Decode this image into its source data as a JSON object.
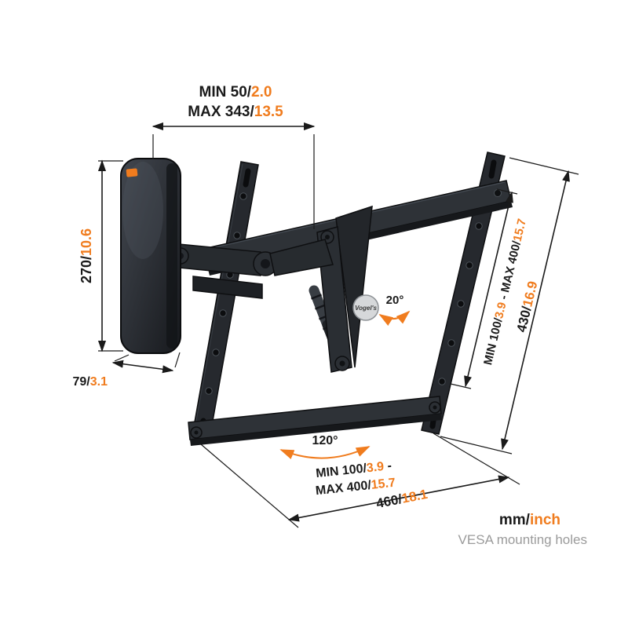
{
  "title": "TV wall mount dimension diagram",
  "colors": {
    "ink": "#1A1A1A",
    "accent": "#F07C1E",
    "mount_dark": "#26292E",
    "muted": "#9B9B9B"
  },
  "dims": {
    "extension": {
      "min_mm": "MIN 50/",
      "min_inch": "2.0",
      "max_mm": "MAX 343/",
      "max_inch": "13.5"
    },
    "plate_height": {
      "mm": "270/",
      "inch": "10.6"
    },
    "plate_width": {
      "mm": "79/",
      "inch": "3.1"
    },
    "tilt": {
      "angle": "20°"
    },
    "swivel": {
      "angle": "120°"
    },
    "vesa_vertical": {
      "p1": "MIN 100/",
      "p2": "3.9",
      "p3": " - MAX 400/",
      "p4": "15.7"
    },
    "rail_height": {
      "mm": "430/",
      "inch": "16.9"
    },
    "vesa_horizontal": {
      "l1_mm": "MIN 100/",
      "l1_inch": "3.9",
      "l1_suffix": " -",
      "l2_mm": "MAX 400/",
      "l2_inch": "15.7"
    },
    "width": {
      "mm": "460/",
      "inch": "18.1"
    }
  },
  "legend": {
    "units_mm": "mm/",
    "units_inch": "inch",
    "caption": "VESA mounting holes"
  },
  "logo": {
    "brand": "Vogel's"
  }
}
